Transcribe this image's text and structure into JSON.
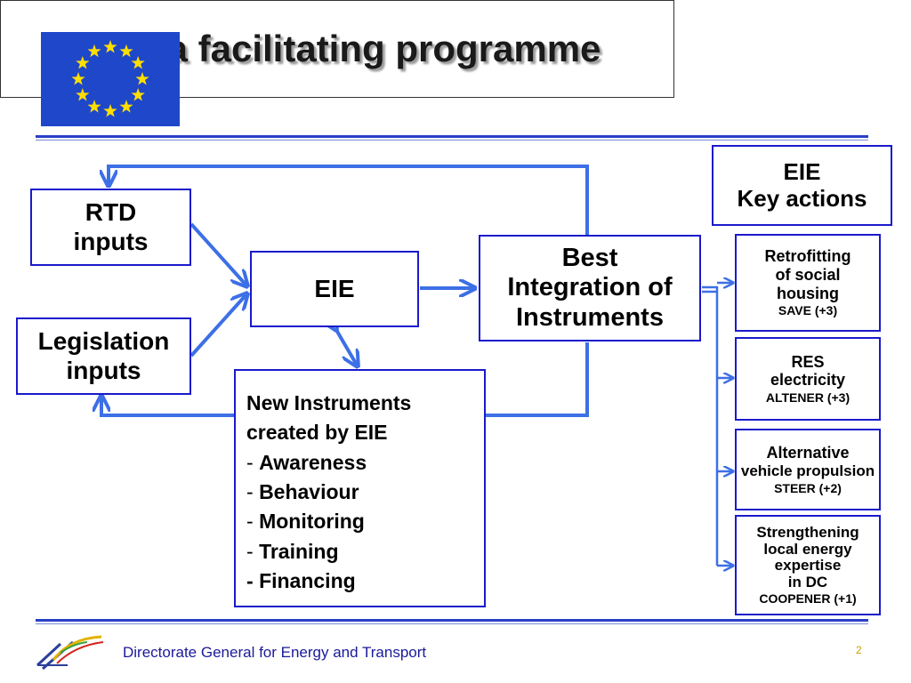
{
  "header": {
    "title": "EIE - a facilitating programme",
    "flag_icon": "eu-flag-icon",
    "flag_color": "#1f47c9",
    "star_color": "#ffde00"
  },
  "boxes": {
    "rtd": [
      "RTD",
      "inputs"
    ],
    "legislation": [
      "Legislation",
      "inputs"
    ],
    "eie": "EIE",
    "best": [
      "Best",
      "Integration of",
      "Instruments"
    ],
    "key_actions": [
      "EIE",
      "Key actions"
    ],
    "new_instruments": {
      "heading": [
        "New Instruments",
        "created by EIE"
      ],
      "items": [
        "Awareness",
        "Behaviour",
        "Monitoring",
        "Training",
        "Financing"
      ]
    }
  },
  "actions": [
    {
      "lines": [
        "Retrofitting",
        "of social",
        "housing"
      ],
      "sub": "SAVE (+3)"
    },
    {
      "lines": [
        "RES",
        "electricity"
      ],
      "sub": "ALTENER (+3)"
    },
    {
      "lines": [
        "Alternative",
        "vehicle propulsion"
      ],
      "sub": "STEER (+2)"
    },
    {
      "lines": [
        "Strengthening",
        "local energy",
        "expertise",
        "in DC"
      ],
      "sub": "COOPENER (+1)"
    }
  ],
  "footer": {
    "text": "Directorate General for Energy and Transport",
    "page": "2",
    "logo_icon": "dg-tren-logo-icon"
  },
  "colors": {
    "arrow": "#3d6fe6",
    "box_border": "#1a1acc",
    "rule": "#2a40c8"
  }
}
